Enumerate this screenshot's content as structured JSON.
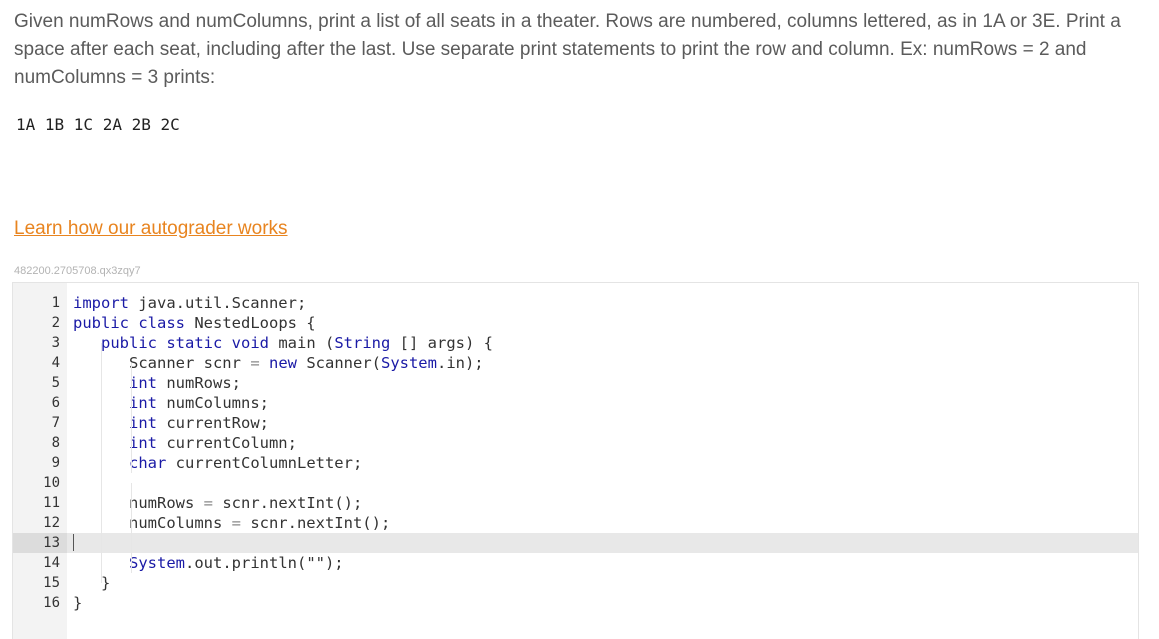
{
  "prompt": {
    "text": "Given numRows and numColumns, print a list of all seats in a theater. Rows are numbered, columns lettered, as in 1A or 3E. Print a space after each seat, including after the last. Use separate print statements to print the row and column. Ex: numRows = 2 and numColumns = 3 prints:",
    "example_output": "1A 1B 1C 2A 2B 2C"
  },
  "learn_link": "Learn how our autograder works",
  "challenge_id": "482200.2705708.qx3zqy7",
  "editor": {
    "active_line": 13,
    "lines": [
      {
        "num": "1",
        "tokens": [
          {
            "t": "import ",
            "c": "kw"
          },
          {
            "t": "java.util.Scanner;",
            "c": ""
          }
        ]
      },
      {
        "num": "2",
        "tokens": [
          {
            "t": "public ",
            "c": "kw"
          },
          {
            "t": "class ",
            "c": "kw"
          },
          {
            "t": "NestedLoops {",
            "c": ""
          }
        ]
      },
      {
        "num": "3",
        "tokens": [
          {
            "t": "   ",
            "c": ""
          },
          {
            "t": "public ",
            "c": "kw"
          },
          {
            "t": "static ",
            "c": "kw"
          },
          {
            "t": "void ",
            "c": "kw"
          },
          {
            "t": "main (",
            "c": ""
          },
          {
            "t": "String",
            "c": "kw"
          },
          {
            "t": " [] args) {",
            "c": ""
          }
        ]
      },
      {
        "num": "4",
        "tokens": [
          {
            "t": "      Scanner scnr ",
            "c": ""
          },
          {
            "t": "=",
            "c": "op"
          },
          {
            "t": " ",
            "c": ""
          },
          {
            "t": "new ",
            "c": "kw"
          },
          {
            "t": "Scanner(",
            "c": ""
          },
          {
            "t": "System",
            "c": "kw"
          },
          {
            "t": ".in);",
            "c": ""
          }
        ]
      },
      {
        "num": "5",
        "tokens": [
          {
            "t": "      ",
            "c": ""
          },
          {
            "t": "int ",
            "c": "kw"
          },
          {
            "t": "numRows;",
            "c": ""
          }
        ]
      },
      {
        "num": "6",
        "tokens": [
          {
            "t": "      ",
            "c": ""
          },
          {
            "t": "int ",
            "c": "kw"
          },
          {
            "t": "numColumns;",
            "c": ""
          }
        ]
      },
      {
        "num": "7",
        "tokens": [
          {
            "t": "      ",
            "c": ""
          },
          {
            "t": "int ",
            "c": "kw"
          },
          {
            "t": "currentRow;",
            "c": ""
          }
        ]
      },
      {
        "num": "8",
        "tokens": [
          {
            "t": "      ",
            "c": ""
          },
          {
            "t": "int ",
            "c": "kw"
          },
          {
            "t": "currentColumn;",
            "c": ""
          }
        ]
      },
      {
        "num": "9",
        "tokens": [
          {
            "t": "      ",
            "c": ""
          },
          {
            "t": "char ",
            "c": "kw"
          },
          {
            "t": "currentColumnLetter;",
            "c": ""
          }
        ]
      },
      {
        "num": "10",
        "tokens": []
      },
      {
        "num": "11",
        "tokens": [
          {
            "t": "      numRows ",
            "c": ""
          },
          {
            "t": "=",
            "c": "op"
          },
          {
            "t": " scnr.nextInt();",
            "c": ""
          }
        ]
      },
      {
        "num": "12",
        "tokens": [
          {
            "t": "      numColumns ",
            "c": ""
          },
          {
            "t": "=",
            "c": "op"
          },
          {
            "t": " scnr.nextInt();",
            "c": ""
          }
        ]
      },
      {
        "num": "13",
        "tokens": []
      },
      {
        "num": "14",
        "tokens": [
          {
            "t": "      ",
            "c": ""
          },
          {
            "t": "System",
            "c": "kw"
          },
          {
            "t": ".out.println(\"\");",
            "c": ""
          }
        ]
      },
      {
        "num": "15",
        "tokens": [
          {
            "t": "   }",
            "c": ""
          }
        ]
      },
      {
        "num": "16",
        "tokens": [
          {
            "t": "}",
            "c": ""
          }
        ]
      }
    ]
  }
}
